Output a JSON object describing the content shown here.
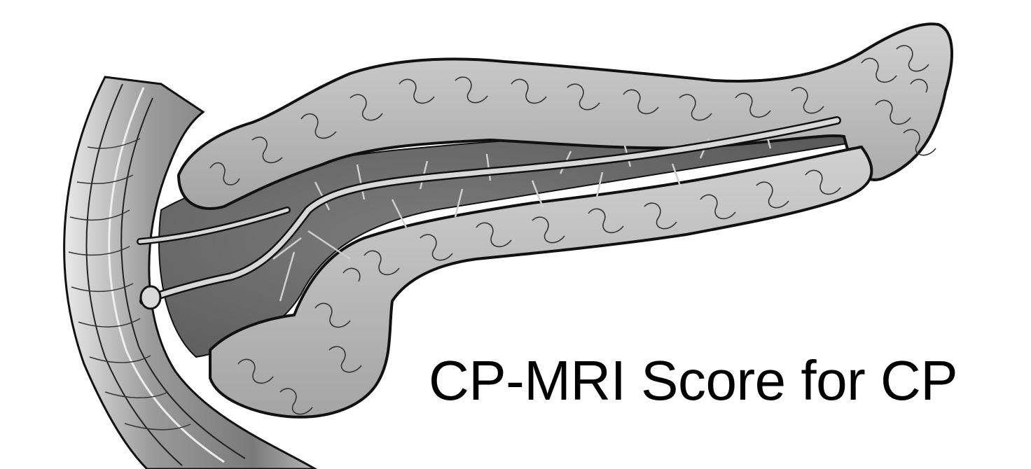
{
  "caption": {
    "text": "CP-MRI Score for CP"
  },
  "illustration": {
    "subject": "pancreas with duodenum and pancreatic duct",
    "style": "grayscale anatomical drawing"
  },
  "colors": {
    "background": "#ffffff",
    "text": "#000000",
    "outline": "#111111",
    "lobule_fill": "#b9b9b9",
    "lobule_highlight": "#dcdcdc",
    "interior_fill": "#6f6f6f",
    "duct_fill": "#d8d8d8",
    "duodenum_fill": "#8f8f8f"
  }
}
